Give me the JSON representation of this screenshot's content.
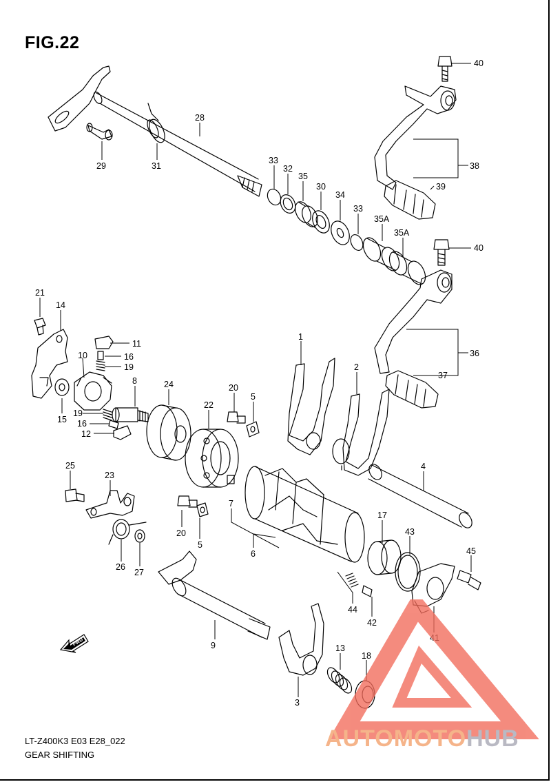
{
  "figure": {
    "title": "FIG.22",
    "model_code": "LT-Z400K3 E03 E28_022",
    "caption": "GEAR SHIFTING"
  },
  "direction_marker": {
    "label": "FWD",
    "icon": "fwd-arrow-icon"
  },
  "callouts": [
    {
      "id": "c28",
      "label": "28"
    },
    {
      "id": "c29",
      "label": "29"
    },
    {
      "id": "c31",
      "label": "31"
    },
    {
      "id": "c33a",
      "label": "33"
    },
    {
      "id": "c32",
      "label": "32"
    },
    {
      "id": "c35",
      "label": "35"
    },
    {
      "id": "c30",
      "label": "30"
    },
    {
      "id": "c34",
      "label": "34"
    },
    {
      "id": "c33b",
      "label": "33"
    },
    {
      "id": "c35a1",
      "label": "35A"
    },
    {
      "id": "c35a2",
      "label": "35A"
    },
    {
      "id": "c40a",
      "label": "40"
    },
    {
      "id": "c38",
      "label": "38"
    },
    {
      "id": "c39",
      "label": "39"
    },
    {
      "id": "c40b",
      "label": "40"
    },
    {
      "id": "c36",
      "label": "36"
    },
    {
      "id": "c37",
      "label": "37"
    },
    {
      "id": "c21",
      "label": "21"
    },
    {
      "id": "c14",
      "label": "14"
    },
    {
      "id": "c11",
      "label": "11"
    },
    {
      "id": "c16a",
      "label": "16"
    },
    {
      "id": "c10",
      "label": "10"
    },
    {
      "id": "c19a",
      "label": "19"
    },
    {
      "id": "c8",
      "label": "8"
    },
    {
      "id": "c24",
      "label": "24"
    },
    {
      "id": "c20a",
      "label": "20"
    },
    {
      "id": "c5a",
      "label": "5"
    },
    {
      "id": "c1",
      "label": "1"
    },
    {
      "id": "c2",
      "label": "2"
    },
    {
      "id": "c15",
      "label": "15"
    },
    {
      "id": "c19b",
      "label": "19"
    },
    {
      "id": "c16b",
      "label": "16"
    },
    {
      "id": "c12",
      "label": "12"
    },
    {
      "id": "c22",
      "label": "22"
    },
    {
      "id": "c4",
      "label": "4"
    },
    {
      "id": "c25",
      "label": "25"
    },
    {
      "id": "c23",
      "label": "23"
    },
    {
      "id": "c7",
      "label": "7"
    },
    {
      "id": "c20b",
      "label": "20"
    },
    {
      "id": "c5b",
      "label": "5"
    },
    {
      "id": "c6",
      "label": "6"
    },
    {
      "id": "c17",
      "label": "17"
    },
    {
      "id": "c43",
      "label": "43"
    },
    {
      "id": "c45",
      "label": "45"
    },
    {
      "id": "c26",
      "label": "26"
    },
    {
      "id": "c27",
      "label": "27"
    },
    {
      "id": "c44",
      "label": "44"
    },
    {
      "id": "c42",
      "label": "42"
    },
    {
      "id": "c41",
      "label": "41"
    },
    {
      "id": "c9",
      "label": "9"
    },
    {
      "id": "c13",
      "label": "13"
    },
    {
      "id": "c18",
      "label": "18"
    },
    {
      "id": "c3",
      "label": "3"
    }
  ],
  "watermark": {
    "text_part1": "AUTOMOTO",
    "text_part2": "HUB",
    "color_primary": "#f26b5b",
    "color_secondary": "#b9b9c3"
  }
}
